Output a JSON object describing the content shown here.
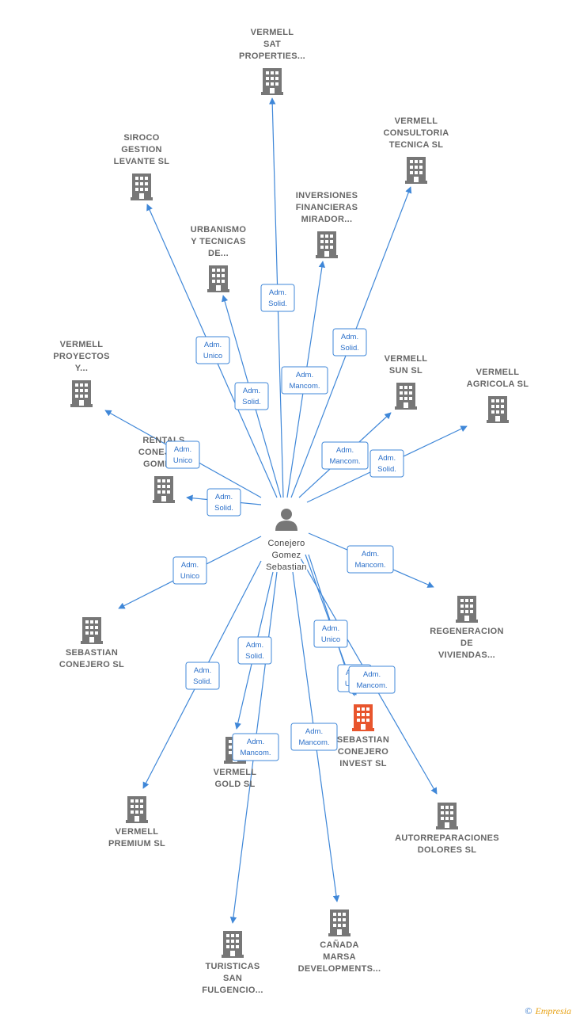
{
  "center": {
    "id": "person",
    "lines": [
      "Conejero",
      "Gomez",
      "Sebastian"
    ]
  },
  "nodes": [
    {
      "id": "n1",
      "lines": [
        "VERMELL",
        "SAT",
        "PROPERTIES..."
      ],
      "color": "#777777"
    },
    {
      "id": "n2",
      "lines": [
        "VERMELL",
        "CONSULTORIA",
        "TECNICA  SL"
      ],
      "color": "#777777"
    },
    {
      "id": "n3",
      "lines": [
        "SIROCO",
        "GESTION",
        "LEVANTE  SL"
      ],
      "color": "#777777"
    },
    {
      "id": "n4",
      "lines": [
        "INVERSIONES",
        "FINANCIERAS",
        "MIRADOR..."
      ],
      "color": "#777777"
    },
    {
      "id": "n5",
      "lines": [
        "URBANISMO",
        "Y TECNICAS",
        "DE..."
      ],
      "color": "#777777"
    },
    {
      "id": "n6",
      "lines": [
        "VERMELL",
        "PROYECTOS",
        "Y..."
      ],
      "color": "#777777"
    },
    {
      "id": "n7",
      "lines": [
        "VERMELL",
        "SUN  SL"
      ],
      "color": "#777777"
    },
    {
      "id": "n8",
      "lines": [
        "VERMELL",
        "AGRICOLA  SL"
      ],
      "color": "#777777"
    },
    {
      "id": "n9",
      "lines": [
        "RENTALS",
        "CONEJERO",
        "GOMEZ..."
      ],
      "color": "#777777"
    },
    {
      "id": "n10",
      "lines": [
        "SEBASTIAN",
        "CONEJERO  SL"
      ],
      "color": "#777777"
    },
    {
      "id": "n11",
      "lines": [
        "REGENERACION",
        "DE",
        "VIVIENDAS..."
      ],
      "color": "#777777"
    },
    {
      "id": "n12",
      "lines": [
        "SEBASTIAN",
        "CONEJERO",
        "INVEST  SL"
      ],
      "color": "#e8552d"
    },
    {
      "id": "n13",
      "lines": [
        "VERMELL",
        "GOLD  SL"
      ],
      "color": "#777777"
    },
    {
      "id": "n14",
      "lines": [
        "VERMELL",
        "PREMIUM  SL"
      ],
      "color": "#777777"
    },
    {
      "id": "n15",
      "lines": [
        "AUTORREPARACIONES",
        "DOLORES  SL"
      ],
      "color": "#777777"
    },
    {
      "id": "n16",
      "lines": [
        "CAÑADA",
        "MARSA",
        "DEVELOPMENTS..."
      ],
      "color": "#777777"
    },
    {
      "id": "n17",
      "lines": [
        "TURISTICAS",
        "SAN",
        "FULGENCIO..."
      ],
      "color": "#777777"
    }
  ],
  "edges": [
    {
      "to": "n1",
      "label": [
        "Adm.",
        "Solid."
      ]
    },
    {
      "to": "n2",
      "label": [
        "Adm.",
        "Solid."
      ]
    },
    {
      "to": "n3",
      "label": [
        "Adm.",
        "Unico"
      ]
    },
    {
      "to": "n4",
      "label": [
        "Adm.",
        "Mancom."
      ]
    },
    {
      "to": "n5",
      "label": [
        "Adm.",
        "Solid."
      ]
    },
    {
      "to": "n6",
      "label": [
        "Adm.",
        "Unico"
      ]
    },
    {
      "to": "n7",
      "label": [
        "Adm.",
        "Mancom."
      ]
    },
    {
      "to": "n8",
      "label": [
        "Adm.",
        "Solid."
      ]
    },
    {
      "to": "n9",
      "label": [
        "Adm.",
        "Solid."
      ]
    },
    {
      "to": "n10",
      "label": [
        "Adm.",
        "Unico"
      ]
    },
    {
      "to": "n11",
      "label": [
        "Adm.",
        "Mancom."
      ]
    },
    {
      "to": "n12",
      "label": [
        "Adm.",
        "Unico"
      ]
    },
    {
      "to": "n12",
      "label": [
        "Adm.",
        "Unico"
      ]
    },
    {
      "to": "n13",
      "label": [
        "Adm.",
        "Solid."
      ]
    },
    {
      "to": "n14",
      "label": [
        "Adm.",
        "Solid."
      ]
    },
    {
      "to": "n15",
      "label": [
        "Adm.",
        "Mancom."
      ]
    },
    {
      "to": "n16",
      "label": [
        "Adm.",
        "Mancom."
      ]
    },
    {
      "to": "n17",
      "label": [
        "Adm.",
        "Mancom."
      ]
    }
  ],
  "colors": {
    "edge": "#3f87d8",
    "building": "#777777",
    "focus": "#e8552d",
    "person": "#777777"
  },
  "footer": {
    "copyright": "©",
    "brand": "Empresia"
  }
}
